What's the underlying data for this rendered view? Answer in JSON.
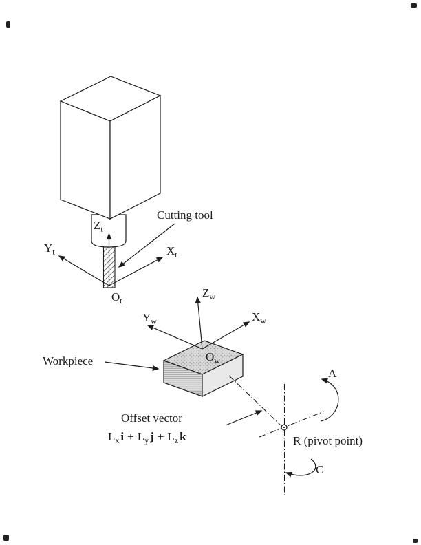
{
  "figure": {
    "cutting_tool_label": "Cutting tool",
    "workpiece_label": "Workpiece",
    "offset_vector_label": "Offset vector",
    "pivot_point_label": "R (pivot point)",
    "rotary_axis_a_label": "A",
    "rotary_axis_c_label": "C"
  },
  "tool_frame": {
    "z": {
      "main": "Z",
      "sub": "t"
    },
    "y": {
      "main": "Y",
      "sub": "t"
    },
    "x": {
      "main": "X",
      "sub": "t"
    },
    "origin": {
      "main": "O",
      "sub": "t"
    }
  },
  "work_frame": {
    "z": {
      "main": "Z",
      "sub": "w"
    },
    "y": {
      "main": "Y",
      "sub": "w"
    },
    "x": {
      "main": "X",
      "sub": "w"
    },
    "origin": {
      "main": "O",
      "sub": "w"
    }
  },
  "offset_formula": {
    "coef1": "L",
    "sub1": "x",
    "vec1": "i",
    "plus1": "+",
    "coef2": "L",
    "sub2": "y",
    "vec2": "j",
    "plus2": "+",
    "coef3": "L",
    "sub3": "z",
    "vec3": "k"
  },
  "colors": {
    "ink": "#1c1c1c",
    "paper": "#ffffff",
    "workpiece_top_shade": "#d8d8d8",
    "workpiece_front_shade": "#dedede",
    "workpiece_side_shade": "#e9e9e9"
  }
}
